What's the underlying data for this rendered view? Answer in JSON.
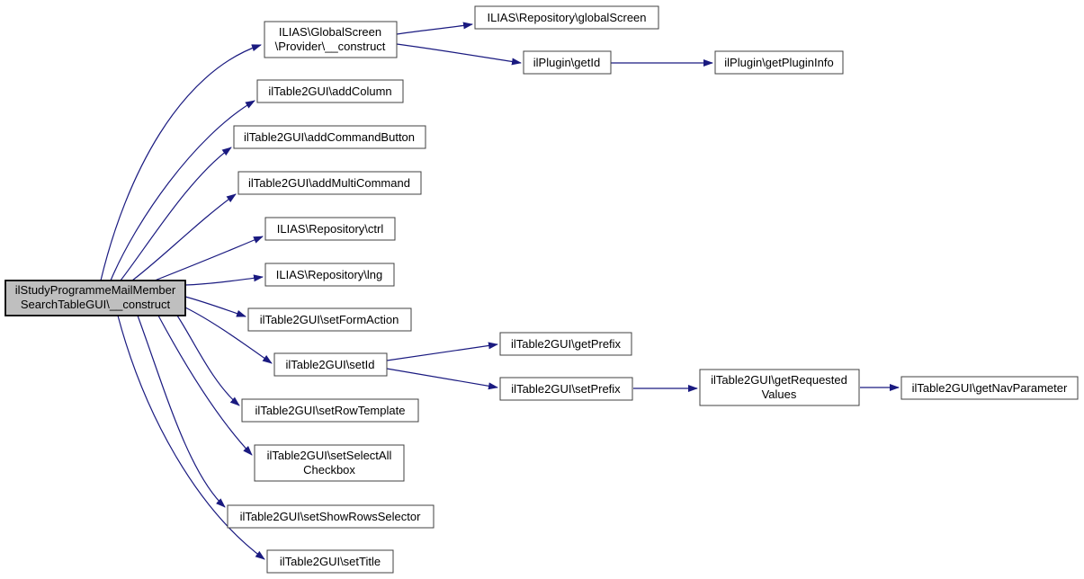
{
  "diagram": {
    "type": "call-graph",
    "colors": {
      "background": "#ffffff",
      "edge": "#1a1a80",
      "node_border": "#404040",
      "node_fill": "#ffffff",
      "root_node_fill": "#bfbfbf",
      "text": "#000000"
    }
  },
  "nodes": {
    "root": {
      "line1": "ilStudyProgrammeMailMember",
      "line2": "SearchTableGUI\\__construct"
    },
    "globalscreen_provider_construct": {
      "line1": "ILIAS\\GlobalScreen",
      "line2": "\\Provider\\__construct"
    },
    "add_column": {
      "label": "ilTable2GUI\\addColumn"
    },
    "add_command_button": {
      "label": "ilTable2GUI\\addCommandButton"
    },
    "add_multi_command": {
      "label": "ilTable2GUI\\addMultiCommand"
    },
    "repository_ctrl": {
      "label": "ILIAS\\Repository\\ctrl"
    },
    "repository_lng": {
      "label": "ILIAS\\Repository\\lng"
    },
    "set_form_action": {
      "label": "ilTable2GUI\\setFormAction"
    },
    "set_id": {
      "label": "ilTable2GUI\\setId"
    },
    "set_row_template": {
      "label": "ilTable2GUI\\setRowTemplate"
    },
    "set_select_all_checkbox": {
      "line1": "ilTable2GUI\\setSelectAll",
      "line2": "Checkbox"
    },
    "set_show_rows_selector": {
      "label": "ilTable2GUI\\setShowRowsSelector"
    },
    "set_title": {
      "label": "ilTable2GUI\\setTitle"
    },
    "repository_global_screen": {
      "label": "ILIAS\\Repository\\globalScreen"
    },
    "plugin_get_id": {
      "label": "ilPlugin\\getId"
    },
    "plugin_get_plugin_info": {
      "label": "ilPlugin\\getPluginInfo"
    },
    "get_prefix": {
      "label": "ilTable2GUI\\getPrefix"
    },
    "set_prefix": {
      "label": "ilTable2GUI\\setPrefix"
    },
    "get_requested_values": {
      "line1": "ilTable2GUI\\getRequested",
      "line2": "Values"
    },
    "get_nav_parameter": {
      "label": "ilTable2GUI\\getNavParameter"
    }
  }
}
